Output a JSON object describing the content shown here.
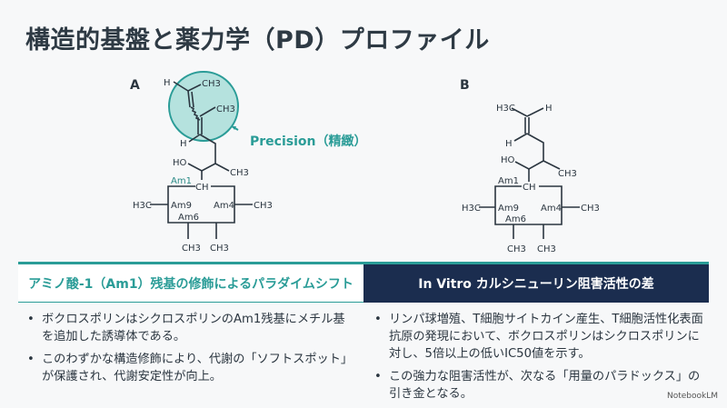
{
  "title": "構造的基盤と薬力学（PD）プロファイル",
  "structures": {
    "a": {
      "label": "A",
      "annotation": "Precision（精緻）"
    },
    "b": {
      "label": "B"
    },
    "atoms": {
      "h": "H",
      "ch3": "CH3",
      "h3c": "H3C",
      "ho": "HO",
      "ch": "CH",
      "am1": "Am1",
      "am9": "Am9",
      "am4": "Am4",
      "am6": "Am6"
    }
  },
  "left_panel": {
    "header": "アミノ酸-1（Am1）残基の修飾によるパラダイムシフト",
    "bullets": [
      "ボクロスポリンはシクロスポリンのAm1残基にメチル基を追加した誘導体である。",
      "このわずかな構造修飾により、代謝の「ソフトスポット」が保護され、代謝安定性が向上。"
    ]
  },
  "right_panel": {
    "header": "In Vitro カルシニューリン阻害活性の差",
    "bullets": [
      "リンパ球増殖、T細胞サイトカイン産生、T細胞活性化表面抗原の発現において、ボクロスポリンはシクロスポリンに対し、5倍以上の低いIC50値を示す。",
      "この強力な阻害活性が、次なる「用量のパラドックス」の引き金となる。"
    ]
  },
  "watermark": "NotebookLM",
  "colors": {
    "accent": "#2a9c97",
    "navy": "#1b2d4f"
  }
}
